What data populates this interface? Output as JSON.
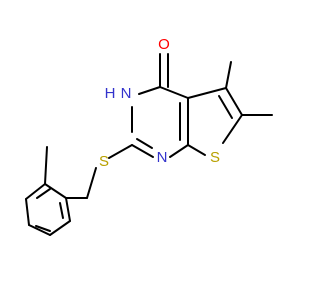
{
  "atoms": {
    "oxygen": "O",
    "nh_h": "H",
    "nh_n": "N",
    "ring_n": "N",
    "thioether_s": "S",
    "thiophene_s": "S"
  },
  "colors": {
    "bond": "#000000",
    "nitrogen": "#3333cc",
    "oxygen": "#ff0000",
    "sulfur": "#b8a000"
  }
}
